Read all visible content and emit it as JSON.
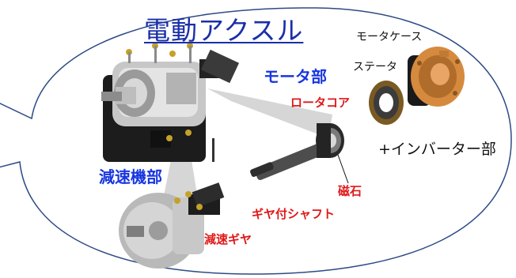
{
  "title": "電動アクスル",
  "labels": {
    "motor_section": "モータ部",
    "reduction_section": "減速機部",
    "rotor_core": "ロータコア",
    "magnet": "磁石",
    "gear_shaft": "ギヤ付シャフト",
    "reduction_gear": "減速ギヤ",
    "motor_case": "モータケース",
    "stator": "ステータ",
    "inverter_section": "+インバーター部"
  },
  "colors": {
    "title": "#1a2fa8",
    "section_label": "#1836e0",
    "part_label": "#e01818",
    "outline": "#2d4a86"
  }
}
